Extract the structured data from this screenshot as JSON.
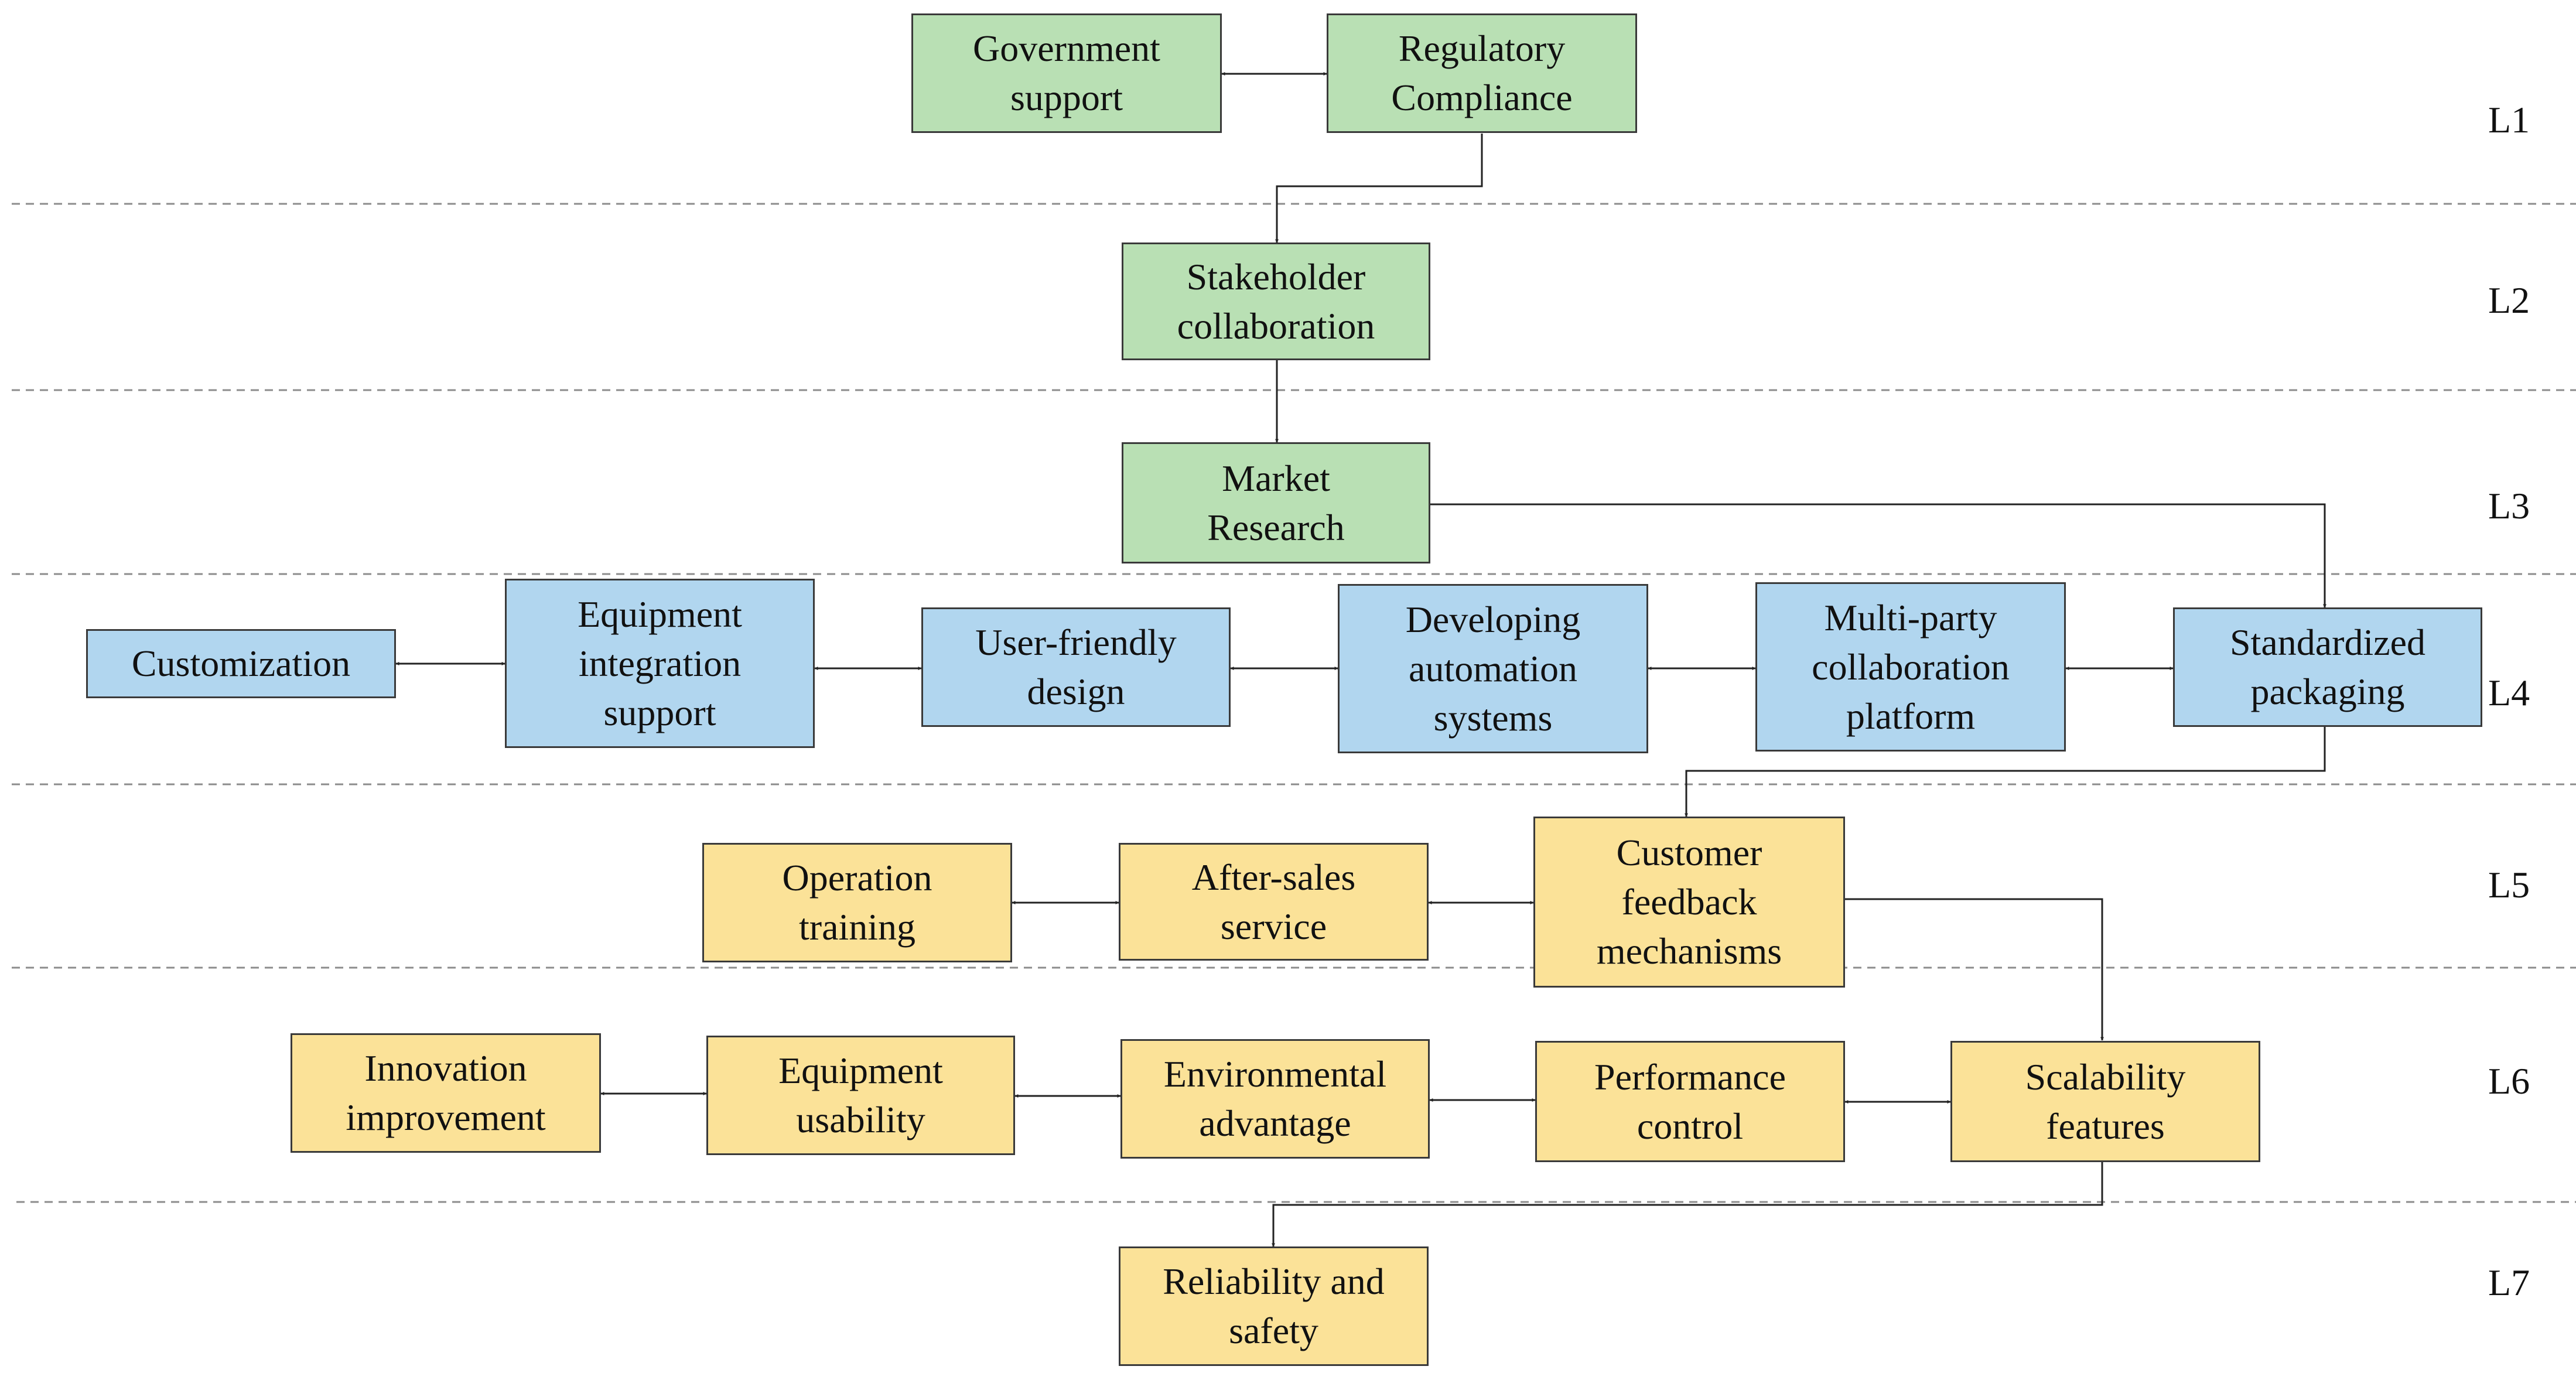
{
  "levels": [
    "L1",
    "L2",
    "L3",
    "L4",
    "L5",
    "L6",
    "L7"
  ],
  "nodes": {
    "government_support": "Government\nsupport",
    "regulatory_compliance": "Regulatory\nCompliance",
    "stakeholder_collaboration": "Stakeholder\ncollaboration",
    "market_research": "Market\nResearch",
    "customization": "Customization",
    "equipment_integration_support": "Equipment\nintegration\nsupport",
    "user_friendly_design": "User-friendly\ndesign",
    "developing_automation_systems": "Developing\nautomation\nsystems",
    "multi_party_collaboration_platform": "Multi-party\ncollaboration\nplatform",
    "standardized_packaging": "Standardized\npackaging",
    "operation_training": "Operation\ntraining",
    "after_sales_service": "After-sales\nservice",
    "customer_feedback_mechanisms": "Customer\nfeedback\nmechanisms",
    "innovation_improvement": "Innovation\nimprovement",
    "equipment_usability": "Equipment\nusability",
    "environmental_advantage": "Environmental\nadvantage",
    "performance_control": "Performance\ncontrol",
    "scalability_features": "Scalability\nfeatures",
    "reliability_and_safety": "Reliability and\nsafety"
  },
  "colors": {
    "green": "#b9e0b4",
    "blue": "#b1d6ef",
    "yellow": "#fbe298",
    "border": "#3a3a3a",
    "connector": "#222222",
    "divider": "#8c8c8c"
  }
}
